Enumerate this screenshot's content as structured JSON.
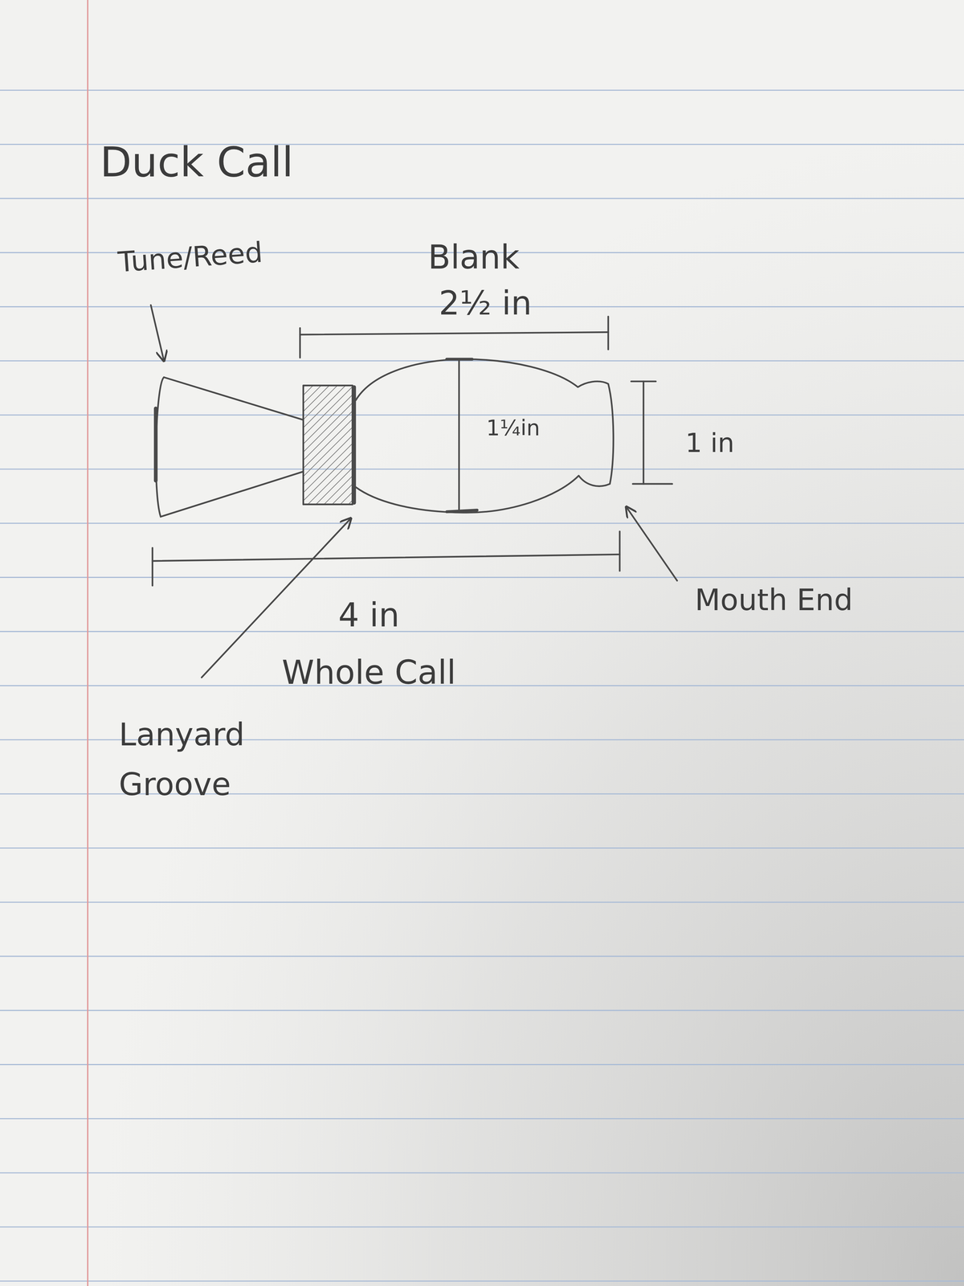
{
  "diagram": {
    "title": "Duck Call",
    "labels": [
      "Tune/Reed",
      "Blank",
      "2½ in",
      "1¼in",
      "1 in",
      "4 in",
      "Whole Call",
      "Mouth End",
      "Lanyard Groove"
    ]
  }
}
